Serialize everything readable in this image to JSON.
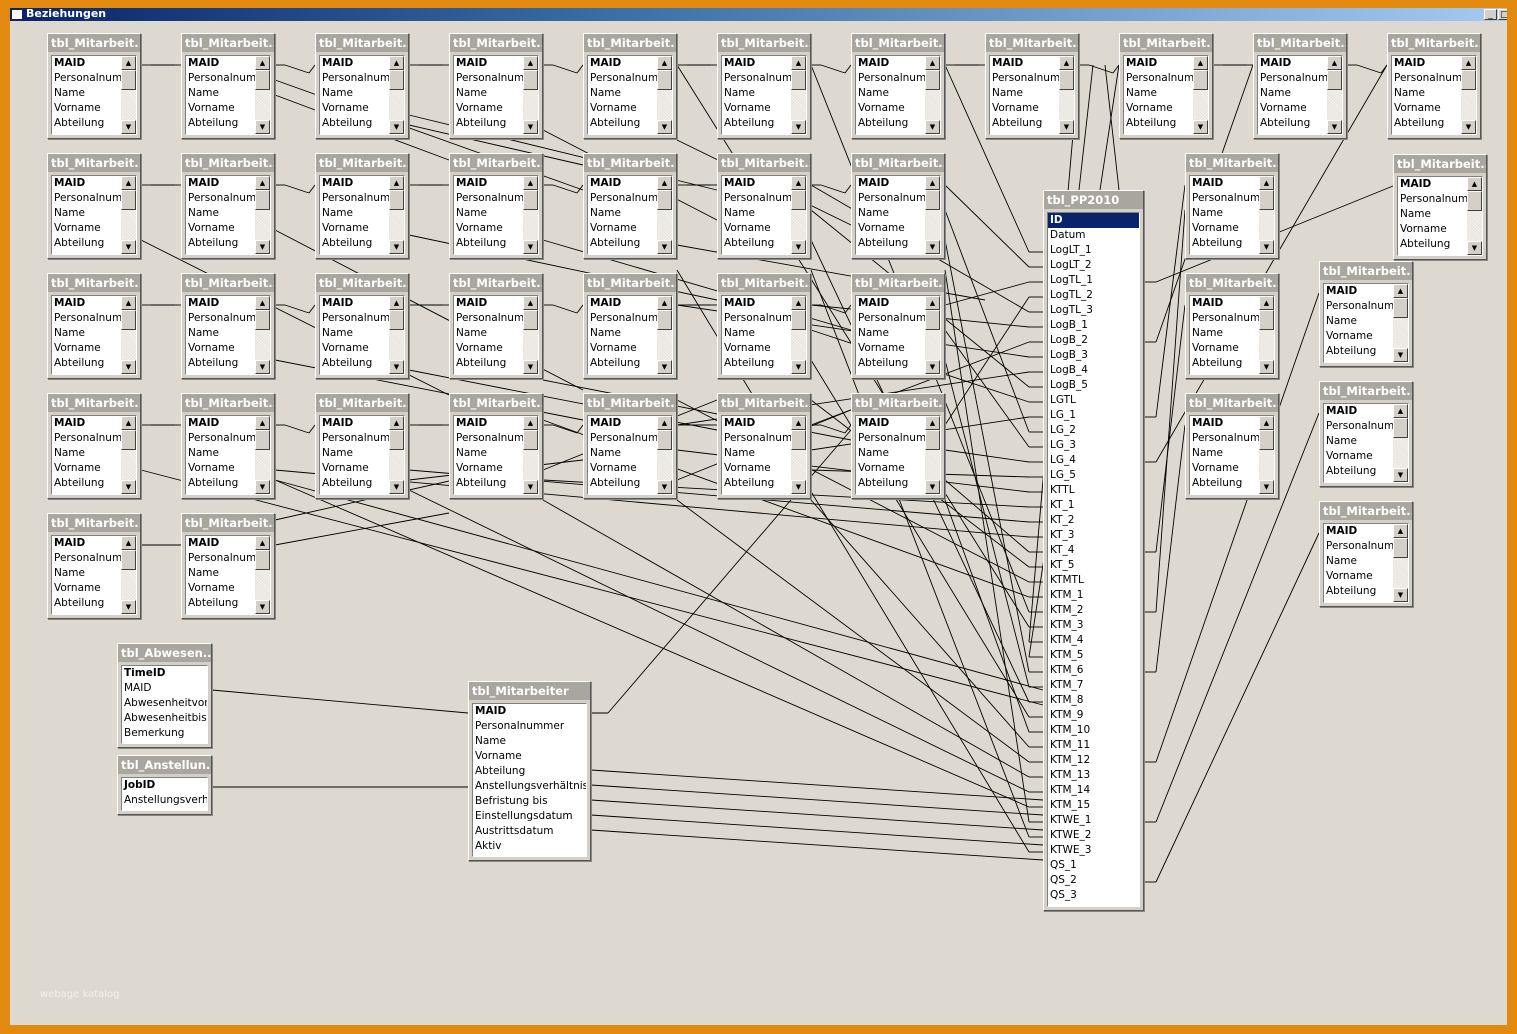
{
  "window": {
    "title": "Beziehungen",
    "minimize_label": "_",
    "restore_label": "□"
  },
  "watermark": "webage katalog",
  "grid_table": {
    "title": "tbl_Mitarbeit...",
    "fields": [
      "MAID",
      "Personalnumm",
      "Name",
      "Vorname",
      "Abteilung"
    ]
  },
  "tables": {
    "absence": {
      "title": "tbl_Abwesen...",
      "fields": [
        "TimeID",
        "MAID",
        "Abwesenheitvon",
        "Abwesenheitbis",
        "Bemerkung"
      ]
    },
    "employment": {
      "title": "tbl_Anstellun...",
      "fields": [
        "JobID",
        "Anstellungsverha"
      ]
    },
    "employee_main": {
      "title": "tbl_Mitarbeiter",
      "fields": [
        "MAID",
        "Personalnummer",
        "Name",
        "Vorname",
        "Abteilung",
        "Anstellungsverhältnis",
        "Befristung bis",
        "Einstellungsdatum",
        "Austrittsdatum",
        "Aktiv"
      ]
    },
    "pp2010": {
      "title": "tbl_PP2010",
      "fields": [
        "ID",
        "Datum",
        "LogLT_1",
        "LogLT_2",
        "LogTL_1",
        "LogTL_2",
        "LogTL_3",
        "LogB_1",
        "LogB_2",
        "LogB_3",
        "LogB_4",
        "LogB_5",
        "LGTL",
        "LG_1",
        "LG_2",
        "LG_3",
        "LG_4",
        "LG_5",
        "KTTL",
        "KT_1",
        "KT_2",
        "KT_3",
        "KT_4",
        "KT_5",
        "KTMTL",
        "KTM_1",
        "KTM_2",
        "KTM_3",
        "KTM_4",
        "KTM_5",
        "KTM_6",
        "KTM_7",
        "KTM_8",
        "KTM_9",
        "KTM_10",
        "KTM_11",
        "KTM_12",
        "KTM_13",
        "KTM_14",
        "KTM_15",
        "KTWE_1",
        "KTWE_2",
        "KTWE_3",
        "QS_1",
        "QS_2",
        "QS_3"
      ]
    }
  }
}
